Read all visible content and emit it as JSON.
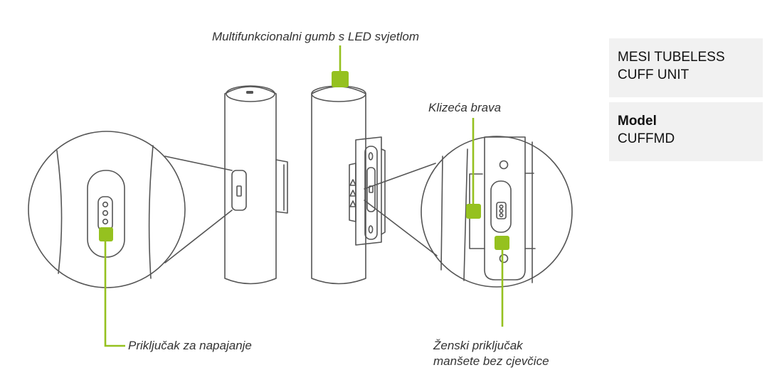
{
  "diagram": {
    "labels": {
      "led_button": "Multifunkcionalni gumb s LED svjetlom",
      "sliding_lock": "Klizeća brava",
      "power_port": "Priključak za napajanje",
      "female_connector_line1": "Ženski priključak",
      "female_connector_line2": "manšete bez cjevčice"
    },
    "colors": {
      "accent": "#95c11f",
      "outline": "#555555",
      "text": "#333333"
    }
  },
  "info_panel": {
    "product_line1": "MESI TUBELESS",
    "product_line2": "CUFF UNIT",
    "model_label": "Model",
    "model_value": "CUFFMD"
  }
}
